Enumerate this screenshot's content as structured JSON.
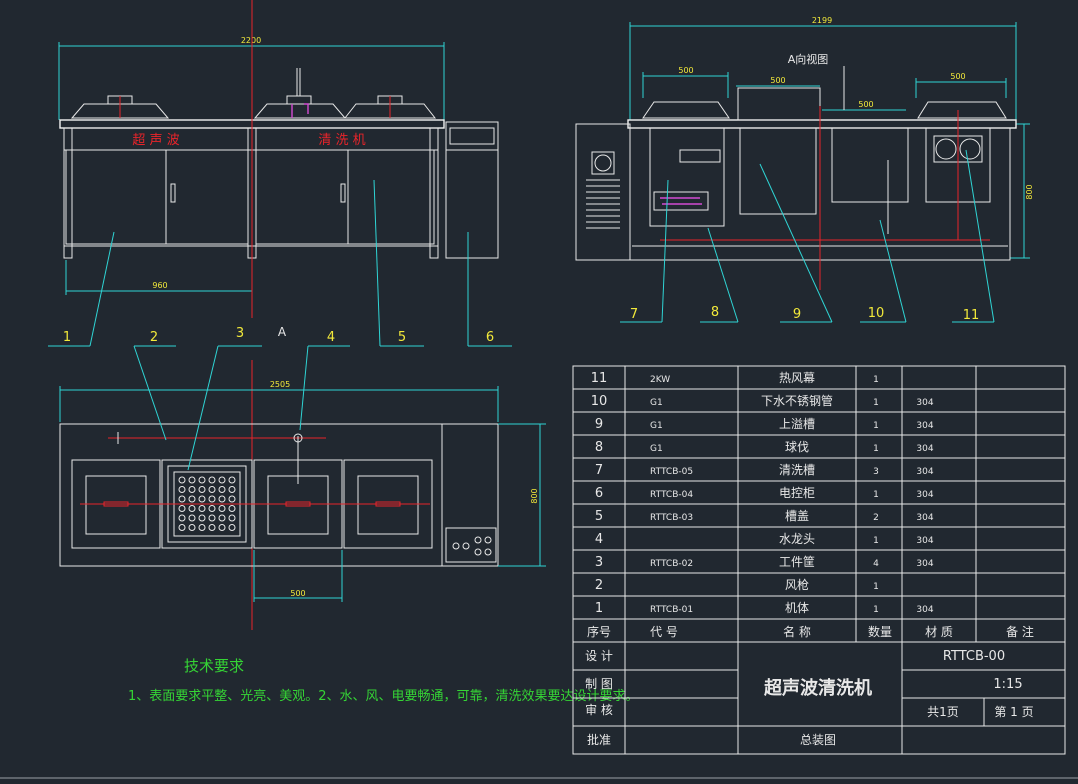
{
  "front_view": {
    "dim_total": "2200",
    "dim_partial": "960",
    "title_left": "超 声 波",
    "title_right": "清 洗 机"
  },
  "side_view": {
    "view_label": "A向视图",
    "dim_total": "2199",
    "dim_a": "500",
    "dim_b": "500",
    "dim_c": "500",
    "dim_d": "500",
    "dim_height": "800"
  },
  "plan_view": {
    "dim_total": "2505",
    "dim_depth": "800",
    "dim_partial": "500",
    "arrow_label": "A"
  },
  "callouts": [
    "1",
    "2",
    "3",
    "4",
    "5",
    "6",
    "7",
    "8",
    "9",
    "10",
    "11"
  ],
  "notes": {
    "title": "技术要求",
    "text": "1、表面要求平整、光亮、美观。2、水、风、电要畅通，可靠，清洗效果要达设计要求。"
  },
  "bom": {
    "rows": [
      {
        "no": "11",
        "code": "2KW",
        "name": "热风幕",
        "qty": "1",
        "mat": ""
      },
      {
        "no": "10",
        "code": "G1",
        "name": "下水不锈钢管",
        "qty": "1",
        "mat": "304"
      },
      {
        "no": "9",
        "code": "G1",
        "name": "上溢槽",
        "qty": "1",
        "mat": "304"
      },
      {
        "no": "8",
        "code": "G1",
        "name": "球伐",
        "qty": "1",
        "mat": "304"
      },
      {
        "no": "7",
        "code": "RTTCB-05",
        "name": "清洗槽",
        "qty": "3",
        "mat": "304"
      },
      {
        "no": "6",
        "code": "RTTCB-04",
        "name": "电控柜",
        "qty": "1",
        "mat": "304"
      },
      {
        "no": "5",
        "code": "RTTCB-03",
        "name": "槽盖",
        "qty": "2",
        "mat": "304"
      },
      {
        "no": "4",
        "code": "",
        "name": "水龙头",
        "qty": "1",
        "mat": "304"
      },
      {
        "no": "3",
        "code": "RTTCB-02",
        "name": "工件筐",
        "qty": "4",
        "mat": "304"
      },
      {
        "no": "2",
        "code": "",
        "name": "风枪",
        "qty": "1",
        "mat": ""
      },
      {
        "no": "1",
        "code": "RTTCB-01",
        "name": "机体",
        "qty": "1",
        "mat": "304"
      }
    ],
    "headers": {
      "no": "序号",
      "code": "代 号",
      "name": "名 称",
      "qty": "数量",
      "mat": "材 质",
      "note": "备 注"
    }
  },
  "title_block": {
    "design": "设 计",
    "draw": "制 图",
    "check": "审 核",
    "approve": "批准",
    "product": "超声波清洗机",
    "drawing_no": "RTTCB-00",
    "scale": "1:15",
    "sheets": "共1页",
    "sheet": "第 1 页",
    "drawing_type": "总装图"
  },
  "colors": {
    "background": "#212830",
    "outline": "#e8e8e8",
    "dimension": "#2fd4d4",
    "centerline": "#e8242a",
    "text_yellow": "#f2e93a",
    "notes": "#35d435"
  }
}
